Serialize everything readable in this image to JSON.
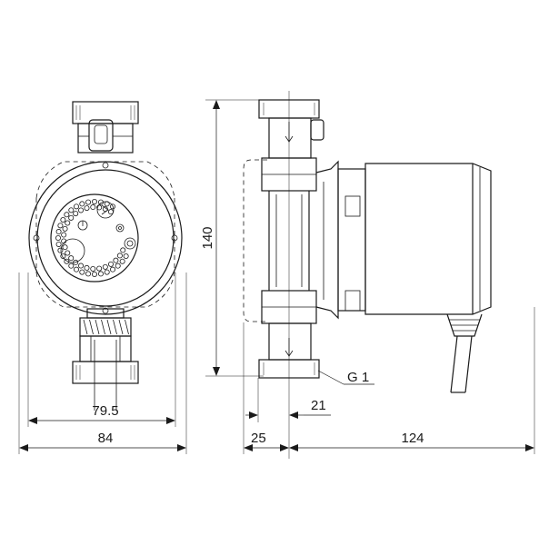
{
  "dimensions": {
    "height": "140",
    "front_inner_width": "79.5",
    "front_outer_width": "84",
    "connection_thread": "G 1",
    "side_offset_small": "21",
    "side_offset_large": "25",
    "side_length": "124"
  },
  "icons": [
    "power-icon",
    "chevron-icon",
    "settings-gear-icon",
    "dial-icon"
  ]
}
